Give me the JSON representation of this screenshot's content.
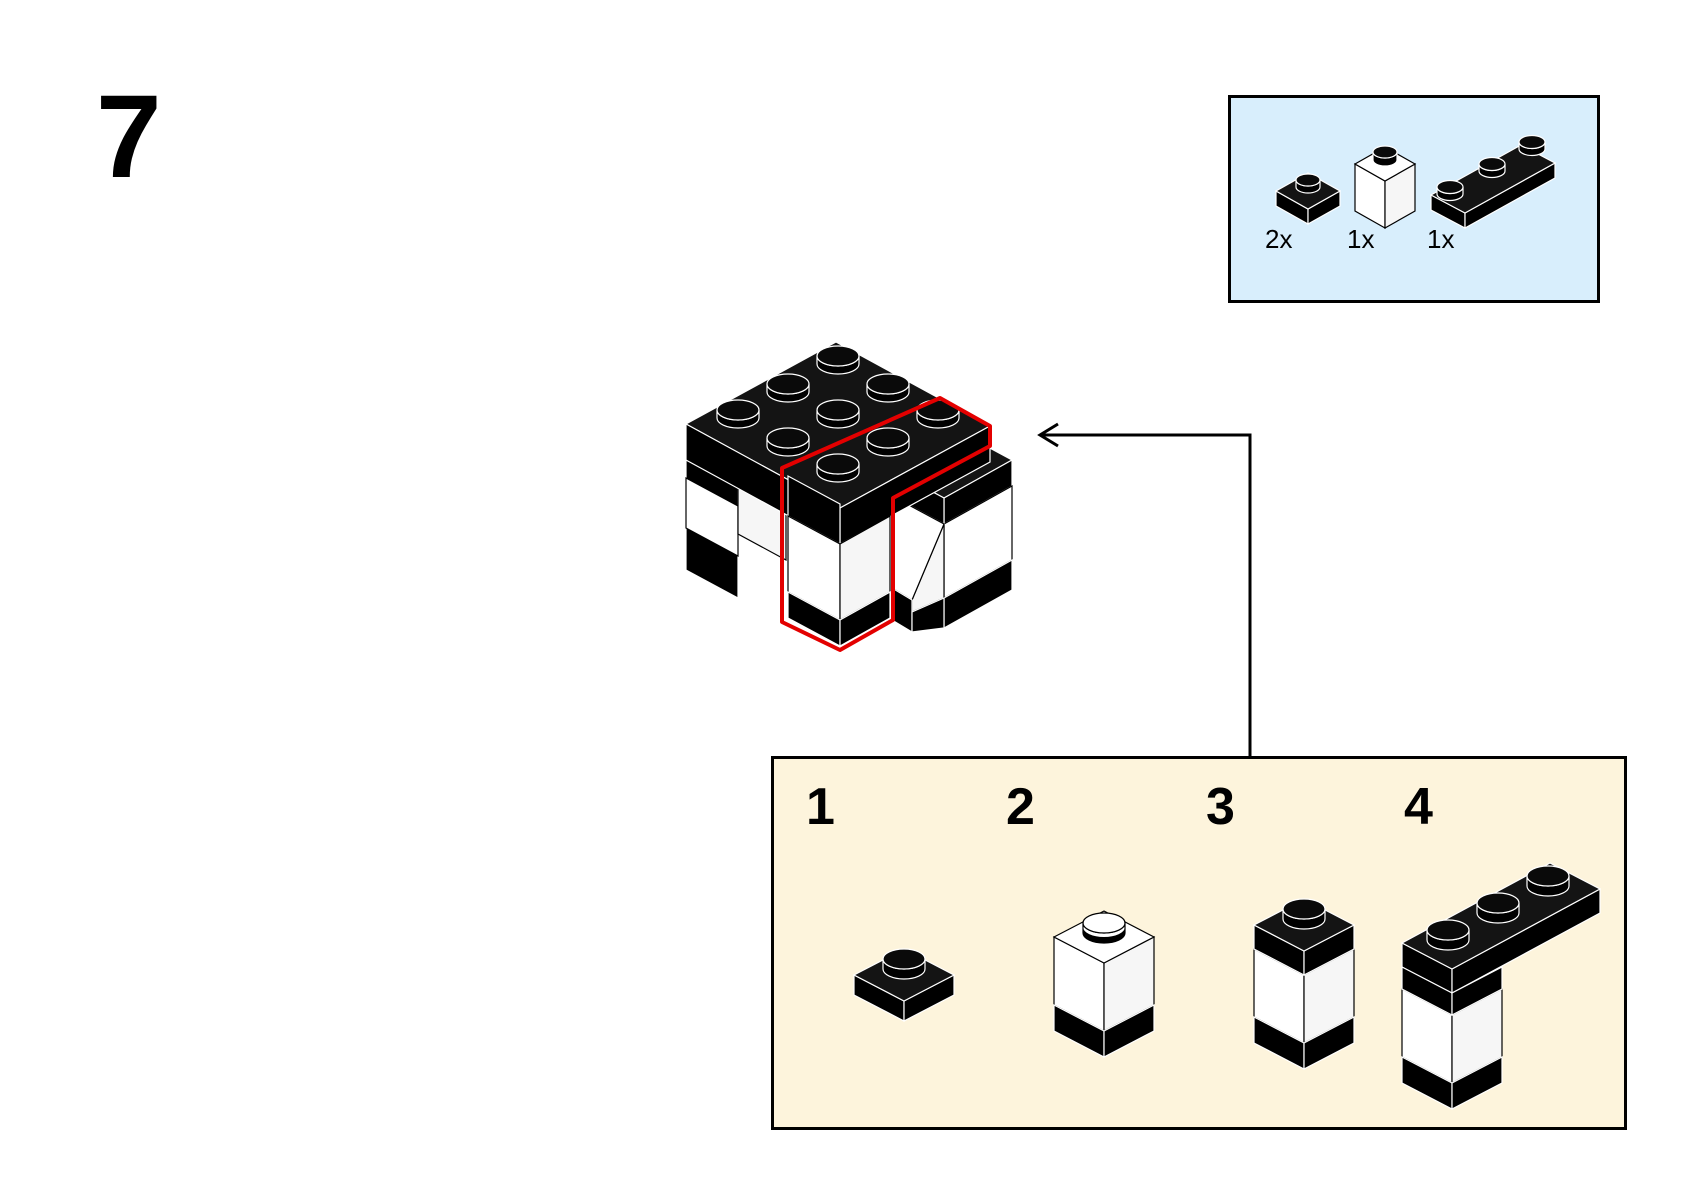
{
  "step": {
    "number": "7"
  },
  "parts_list": {
    "background": "#d8eefc",
    "items": [
      {
        "part": "black-plate-1x1",
        "quantity": "2x"
      },
      {
        "part": "white-brick-1x1",
        "quantity": "1x"
      },
      {
        "part": "black-plate-1x3",
        "quantity": "1x"
      }
    ]
  },
  "subassembly": {
    "background": "#fdf4dc",
    "steps": [
      {
        "number": "1",
        "part": "black-plate-1x1"
      },
      {
        "number": "2",
        "part": "white-brick-1x1"
      },
      {
        "number": "3",
        "part": "black-plate-1x1"
      },
      {
        "number": "4",
        "part": "black-plate-1x3"
      }
    ]
  },
  "highlight_color": "#e30000",
  "icons": [
    "arrow-left-icon"
  ]
}
